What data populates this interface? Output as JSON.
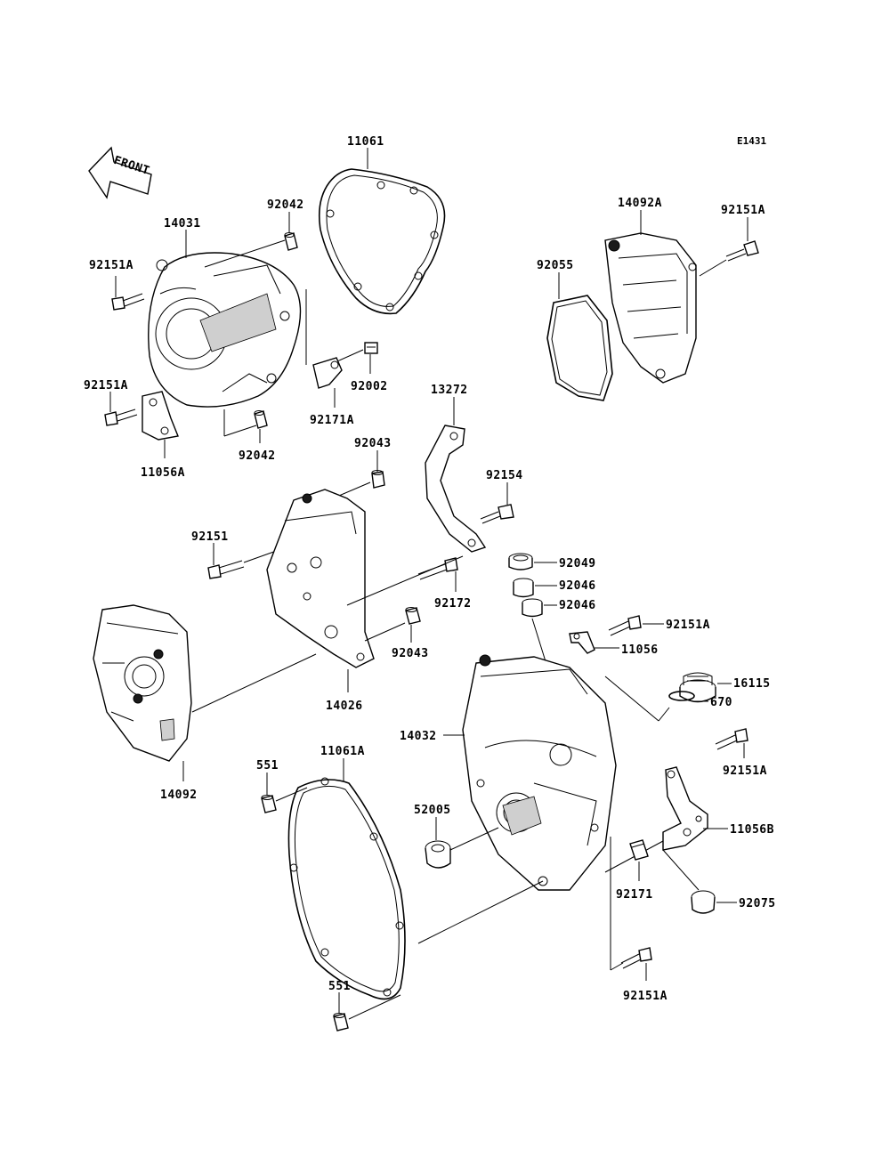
{
  "diagram": {
    "ref_code": "E1431",
    "front_label": "FRONT",
    "part_numbers": {
      "p11061": "11061",
      "p14031": "14031",
      "p92042_top": "92042",
      "p92151A_left1": "92151A",
      "p92151A_left2": "92151A",
      "p92002": "92002",
      "p92171A": "92171A",
      "p92042_bottom": "92042",
      "p11056A": "11056A",
      "p14092A": "14092A",
      "p92151A_topright": "92151A",
      "p92055": "92055",
      "p13272": "13272",
      "p92043_top": "92043",
      "p92154": "92154",
      "p92151": "92151",
      "p92049": "92049",
      "p92046_a": "92046",
      "p92046_b": "92046",
      "p92172": "92172",
      "p92151A_mid": "92151A",
      "p11056": "11056",
      "p92043_bottom": "92043",
      "p14026": "14026",
      "p16115": "16115",
      "p670": "670",
      "p14032": "14032",
      "p14092": "14092",
      "p551_top": "551",
      "p11061A": "11061A",
      "p92151A_right": "92151A",
      "p52005": "52005",
      "p11056B": "11056B",
      "p92171": "92171",
      "p92075": "92075",
      "p551_bottom": "551",
      "p92151A_bottom": "92151A"
    }
  }
}
